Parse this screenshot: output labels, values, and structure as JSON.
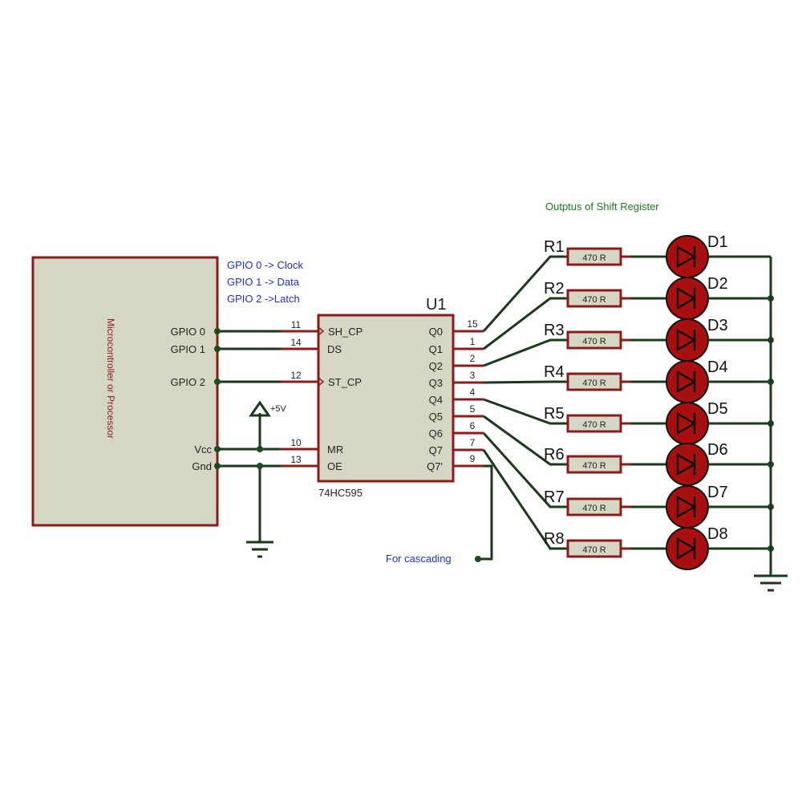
{
  "outputs_title": "Outptus of Shift Register",
  "gpio_notes": [
    "GPIO 0 -> Clock",
    "GPIO 1 -> Data",
    "GPIO 2 ->Latch"
  ],
  "microcontroller": {
    "name": "Microcontroller or Processor",
    "pins": {
      "gpio0": "GPIO 0",
      "gpio1": "GPIO 1",
      "gpio2": "GPIO 2",
      "vcc": "Vcc",
      "gnd": "Gnd"
    }
  },
  "shift_register": {
    "ref": "U1",
    "part": "74HC595",
    "left_pins": [
      {
        "name": "SH_CP",
        "number": "11"
      },
      {
        "name": "DS",
        "number": "14"
      },
      {
        "name": "ST_CP",
        "number": "12"
      },
      {
        "name": "MR",
        "number": "10"
      },
      {
        "name": "OE",
        "number": "13"
      }
    ],
    "right_pins": [
      {
        "name": "Q0",
        "number": "15"
      },
      {
        "name": "Q1",
        "number": "1"
      },
      {
        "name": "Q2",
        "number": "2"
      },
      {
        "name": "Q3",
        "number": "3"
      },
      {
        "name": "Q4",
        "number": "4"
      },
      {
        "name": "Q5",
        "number": "5"
      },
      {
        "name": "Q6",
        "number": "6"
      },
      {
        "name": "Q7",
        "number": "7"
      },
      {
        "name": "Q7'",
        "number": "9"
      }
    ]
  },
  "supply_label": "+5V",
  "cascading_label": "For cascading",
  "resistor_value": "470 R",
  "resistors": [
    "R1",
    "R2",
    "R3",
    "R4",
    "R5",
    "R6",
    "R7",
    "R8"
  ],
  "leds": [
    "D1",
    "D2",
    "D3",
    "D4",
    "D5",
    "D6",
    "D7",
    "D8"
  ],
  "colors": {
    "wire": "#1a3a1a",
    "component_outline": "#8a1c1c",
    "component_fill": "#d6d6c4",
    "junction": "#1f4a1f",
    "led_fill": "#a81010",
    "note_text": "#1f2fc4",
    "title_text": "#1a7a1a"
  }
}
